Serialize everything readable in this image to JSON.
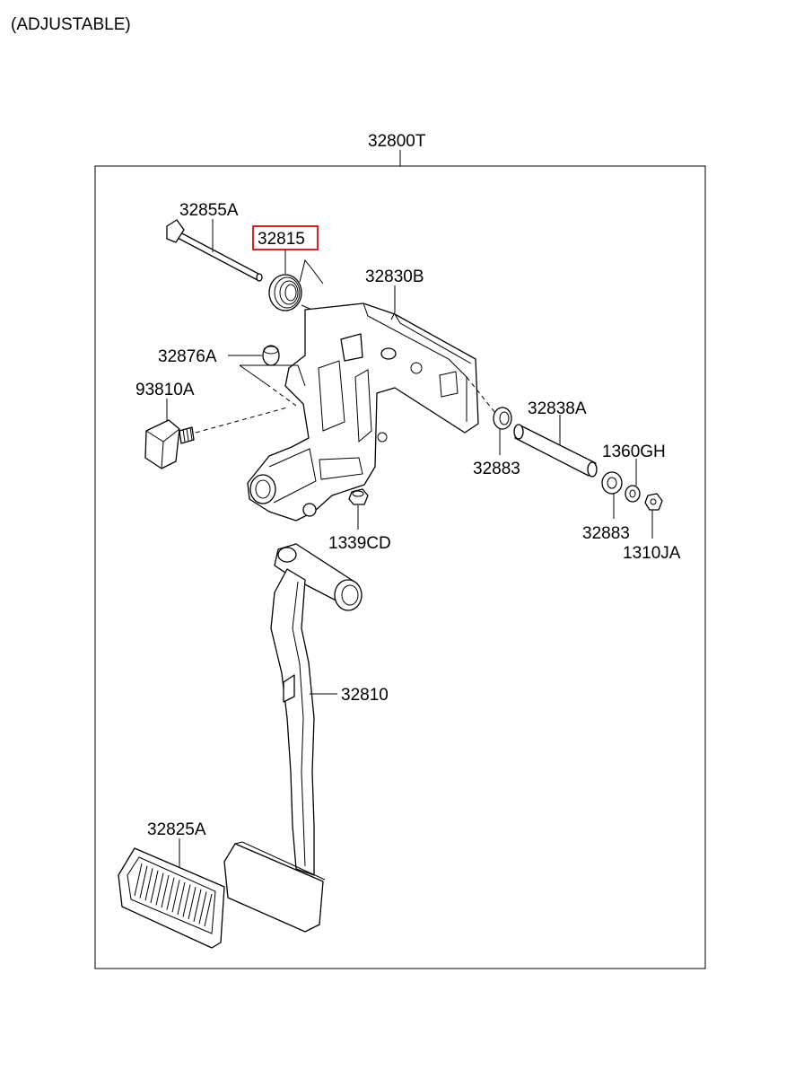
{
  "header": {
    "title": "(ADJUSTABLE)"
  },
  "assembly": {
    "label": "32800T"
  },
  "parts": {
    "bolt": "32855A",
    "spring": "32815",
    "bracket": "32830B",
    "stopper": "32876A",
    "switch": "93810A",
    "bush_right": "32838A",
    "bush_inner": "32883",
    "bush_outer": "32883",
    "washer": "1360GH",
    "nut_small": "1339CD",
    "nut": "1310JA",
    "pedal_arm": "32810",
    "pedal_pad": "32825A"
  },
  "highlight": {
    "part": "32815",
    "color": "#e02020"
  }
}
